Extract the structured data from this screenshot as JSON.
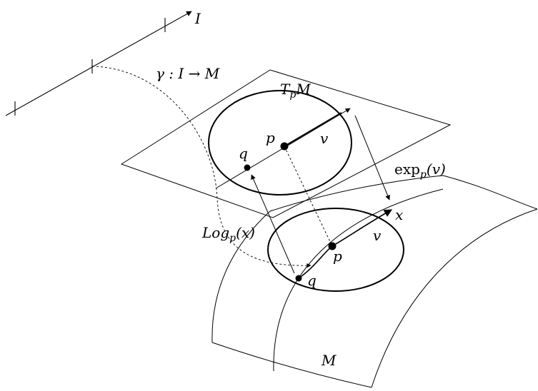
{
  "labels": {
    "interval": "I",
    "curve": "γ : I → M",
    "tangent_space": "T",
    "tangent_space_sub": "p",
    "tangent_space_tail": "M",
    "point_p_tangent": "p",
    "point_q_tangent": "q",
    "vector_v_tangent": "v",
    "exp_map": "exp",
    "exp_map_sub": "p",
    "exp_map_arg": "(v)",
    "log_map": "Log",
    "log_map_sub": "p",
    "log_map_arg": "(x)",
    "point_x": "x",
    "vector_v_manifold": "v",
    "point_p_manifold": "p",
    "point_q_manifold": "q",
    "manifold": "M"
  }
}
